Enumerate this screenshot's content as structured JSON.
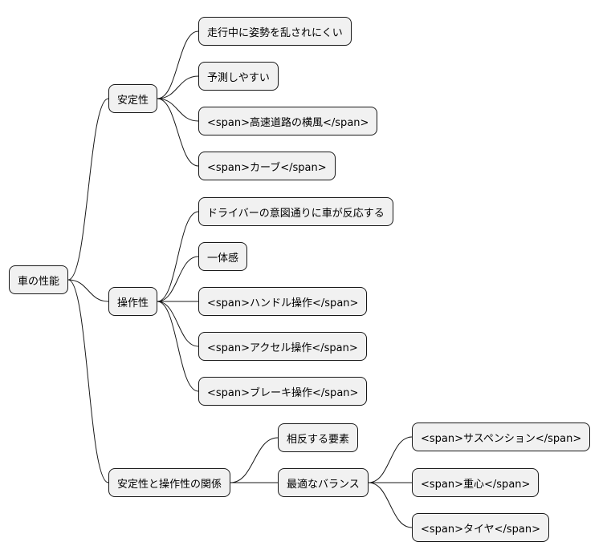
{
  "mindmap": {
    "root": {
      "label": "車の性能",
      "children": [
        {
          "label": "安定性",
          "children": [
            {
              "label": "走行中に姿勢を乱されにくい"
            },
            {
              "label": "予測しやすい"
            },
            {
              "label": "<span>高速道路の横風</span>"
            },
            {
              "label": "<span>カーブ</span>"
            }
          ]
        },
        {
          "label": "操作性",
          "children": [
            {
              "label": "ドライバーの意図通りに車が反応する"
            },
            {
              "label": "一体感"
            },
            {
              "label": "<span>ハンドル操作</span>"
            },
            {
              "label": "<span>アクセル操作</span>"
            },
            {
              "label": "<span>ブレーキ操作</span>"
            }
          ]
        },
        {
          "label": "安定性と操作性の関係",
          "children": [
            {
              "label": "相反する要素"
            },
            {
              "label": "最適なバランス",
              "children": [
                {
                  "label": "<span>サスペンション</span>"
                },
                {
                  "label": "<span>重心</span>"
                },
                {
                  "label": "<span>タイヤ</span>"
                }
              ]
            }
          ]
        }
      ]
    }
  },
  "colors": {
    "node_fill": "#f1f1f1",
    "node_border": "#181818",
    "edge": "#181818",
    "background": "#ffffff"
  }
}
